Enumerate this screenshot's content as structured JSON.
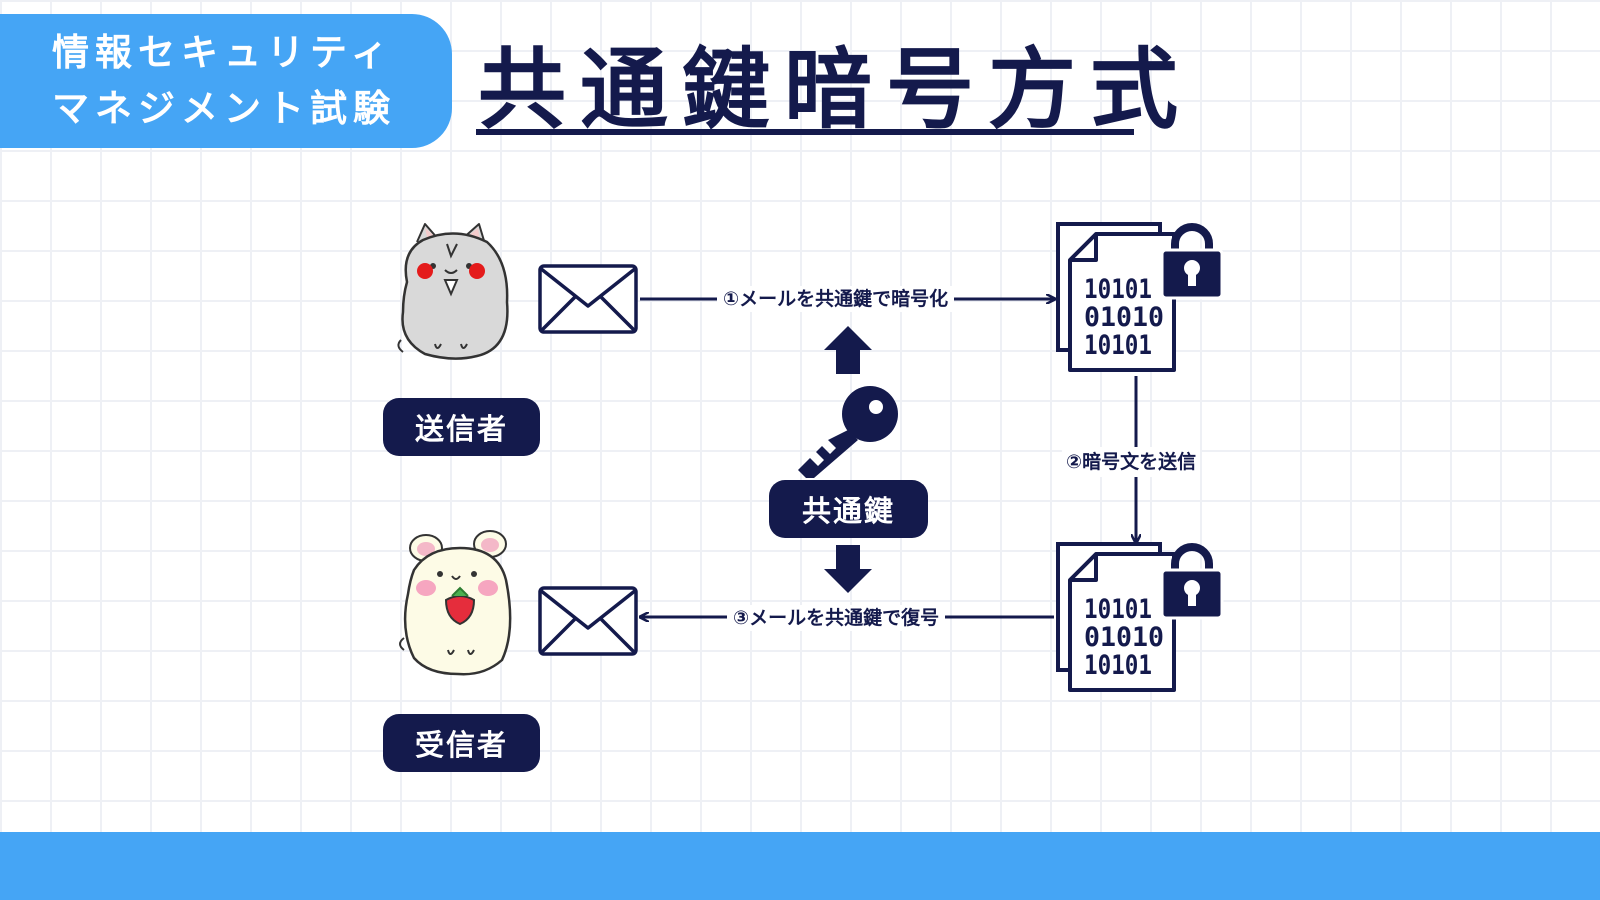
{
  "header": {
    "tag_line1": "情報セキュリティ",
    "tag_line2": "マネジメント試験",
    "title": "共通鍵暗号方式"
  },
  "diagram": {
    "sender_label": "送信者",
    "receiver_label": "受信者",
    "key_label": "共通鍵",
    "step1": "①メールを共通鍵で暗号化",
    "step2": "②暗号文を送信",
    "step3": "③メールを共通鍵で復号",
    "doc_top_lines": [
      "10101",
      "01010",
      "10101"
    ],
    "doc_bottom_lines": [
      "10101",
      "01010",
      "10101"
    ]
  },
  "colors": {
    "navy": "#141a4c",
    "accent_blue": "#45a5f5"
  }
}
